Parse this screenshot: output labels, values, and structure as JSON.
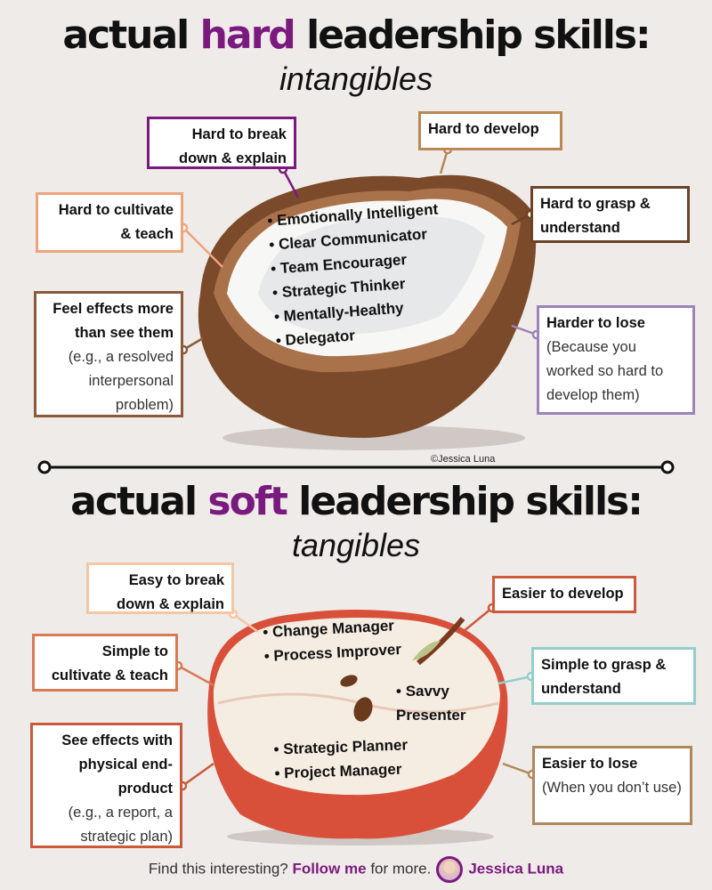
{
  "hard": {
    "title_pre": "actual ",
    "title_accent": "hard",
    "title_post": " leadership skills:",
    "subtitle": "intangibles",
    "skills": [
      "Emotionally Intelligent",
      "Clear Communicator",
      "Team Encourager",
      "Strategic Thinker",
      "Mentally-Healthy",
      "Delegator"
    ],
    "callouts": {
      "break": "Hard to break down & explain",
      "develop": "Hard to develop",
      "cultivate": "Hard to cultivate & teach",
      "grasp": "Hard to grasp & understand",
      "feel": "Feel effects more than see them",
      "feel_note": "(e.g., a resolved interpersonal problem)",
      "lose": "Harder to lose",
      "lose_note": "(Because you worked so hard to develop them)"
    },
    "copyright": "©Jessica Luna"
  },
  "soft": {
    "title_pre": "actual ",
    "title_accent": "soft",
    "title_post": " leadership skills:",
    "subtitle": "tangibles",
    "skills_a": [
      "Change Manager",
      "Process Improver"
    ],
    "skills_b": [
      "Savvy Presenter"
    ],
    "skills_c": [
      "Strategic Planner",
      "Project Manager"
    ],
    "callouts": {
      "break": "Easy to break down & explain",
      "develop": "Easier to develop",
      "cultivate": "Simple to cultivate & teach",
      "grasp": "Simple to grasp & understand",
      "see": "See effects with physical end-product",
      "see_note": "(e.g., a report, a strategic plan)",
      "lose": "Easier to lose",
      "lose_note": "(When you don’t use)"
    }
  },
  "footer": {
    "pre": "Find this interesting? ",
    "follow": "Follow me",
    "post": " for more.",
    "author": "Jessica Luna"
  },
  "colors": {
    "accent": "#7b1a7e",
    "background": "#efebe8"
  }
}
